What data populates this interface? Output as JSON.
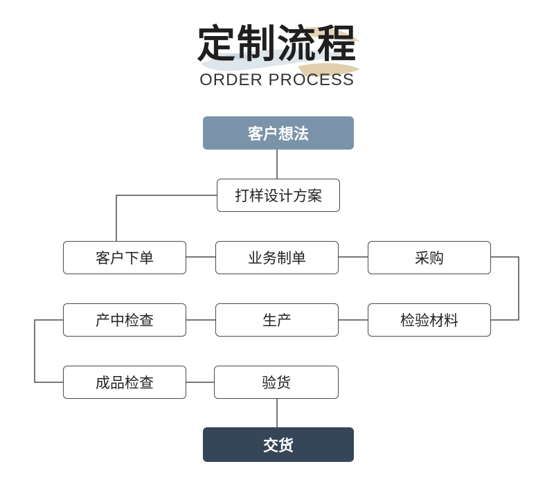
{
  "header": {
    "title": "定制流程",
    "subtitle": "ORDER PROCESS"
  },
  "colors": {
    "start_fill": "#7b93a8",
    "end_fill": "#354658",
    "border": "#4a4a4a",
    "brush_gold": "#c9a86a",
    "brush_blue": "#9fb6c4"
  },
  "nodes": {
    "customer_idea": "客户想法",
    "sample_design": "打样设计方案",
    "customer_order": "客户下单",
    "business_order": "业务制单",
    "procurement": "采购",
    "inprocess_inspection": "产中检查",
    "production": "生产",
    "material_inspection": "检验材料",
    "finished_inspection": "成品检查",
    "goods_inspection": "验货",
    "delivery": "交货"
  }
}
